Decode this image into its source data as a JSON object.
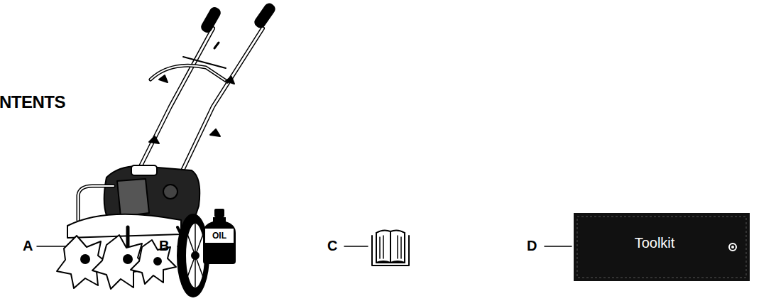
{
  "diagram": {
    "title": "NTENTS",
    "nodes": [
      {
        "text": [
          "OIL"
        ]
      },
      {
        "text": [
          "Toolkit"
        ]
      }
    ],
    "labels": [
      "A",
      "B",
      "C",
      "D"
    ]
  }
}
